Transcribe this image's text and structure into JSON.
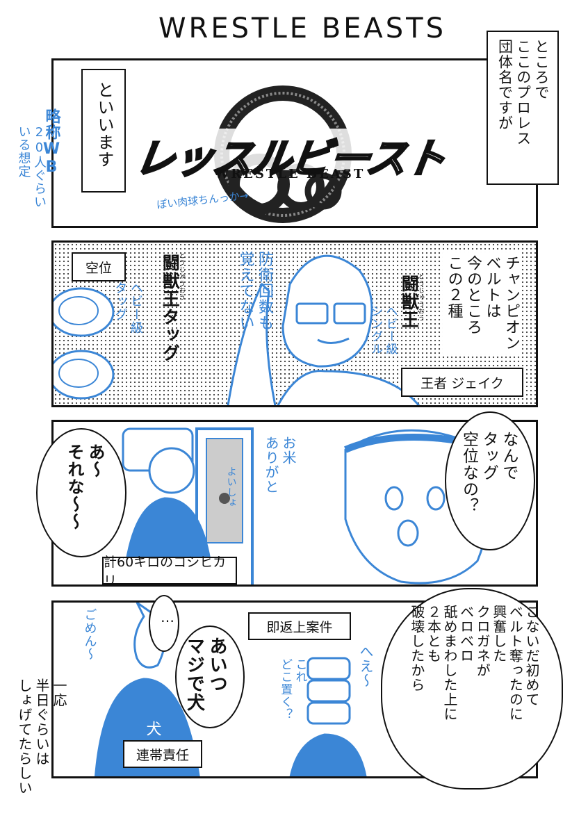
{
  "page_title": "WRESTLE BEASTS",
  "panel1": {
    "narration": "ところで\nここのプロレス\n団体名ですが",
    "caption": "といいます",
    "logo_text": "レッスルビースト",
    "logo_subtext": "WRESTLE BEAST",
    "note_abbrev": "略称WB",
    "note_count": "20人ぐらい\nいる想定",
    "note_ball": "ぽい肉球ちんっか→"
  },
  "panel2": {
    "narration": "チャンピオン\nベルトは\n今のところ\nこの２種",
    "title_single": "闘獣王",
    "title_single_ruby": "とうじゅうおう",
    "title_tag": "闘獣王タッグ",
    "title_tag_ruby": "とうじゅうおう",
    "vacant": "空位",
    "champion": "王者 ジェイク",
    "scribble_heavy": "ヘビー級\nタッグ",
    "scribble_single": "ヘビー級\nシングル",
    "scribble_defense": "防衛回数も\n覚えてない"
  },
  "panel3": {
    "speech_question": "なんで\nタッグ\n空位なの？",
    "speech_answer": "あ〜\nそれな〜〜",
    "caption": "計60キロのコシヒカリ",
    "scribble_rice": "お米\nありがと",
    "scribble_lift": "よいしょ"
  },
  "panel4": {
    "caption_top": "即返上案件",
    "caption_bottom": "連帯責任",
    "speech_dog": "あいつ\nマジで犬",
    "speech_story": "こないだ初めて\nベルト奪ったのに\n興奮した\nクロガネが\nベロベロ\n舐めまわした上に\n２本とも\n破壊したから",
    "speech_dots": "…",
    "outside_note": "一応\n半日ぐらいは\nしょげてたらしい",
    "scribble_sorry": "ごめん〜",
    "scribble_hee": "へえ〜",
    "scribble_where": "これ\nどこ置く？",
    "scribble_shirt": "犬"
  }
}
